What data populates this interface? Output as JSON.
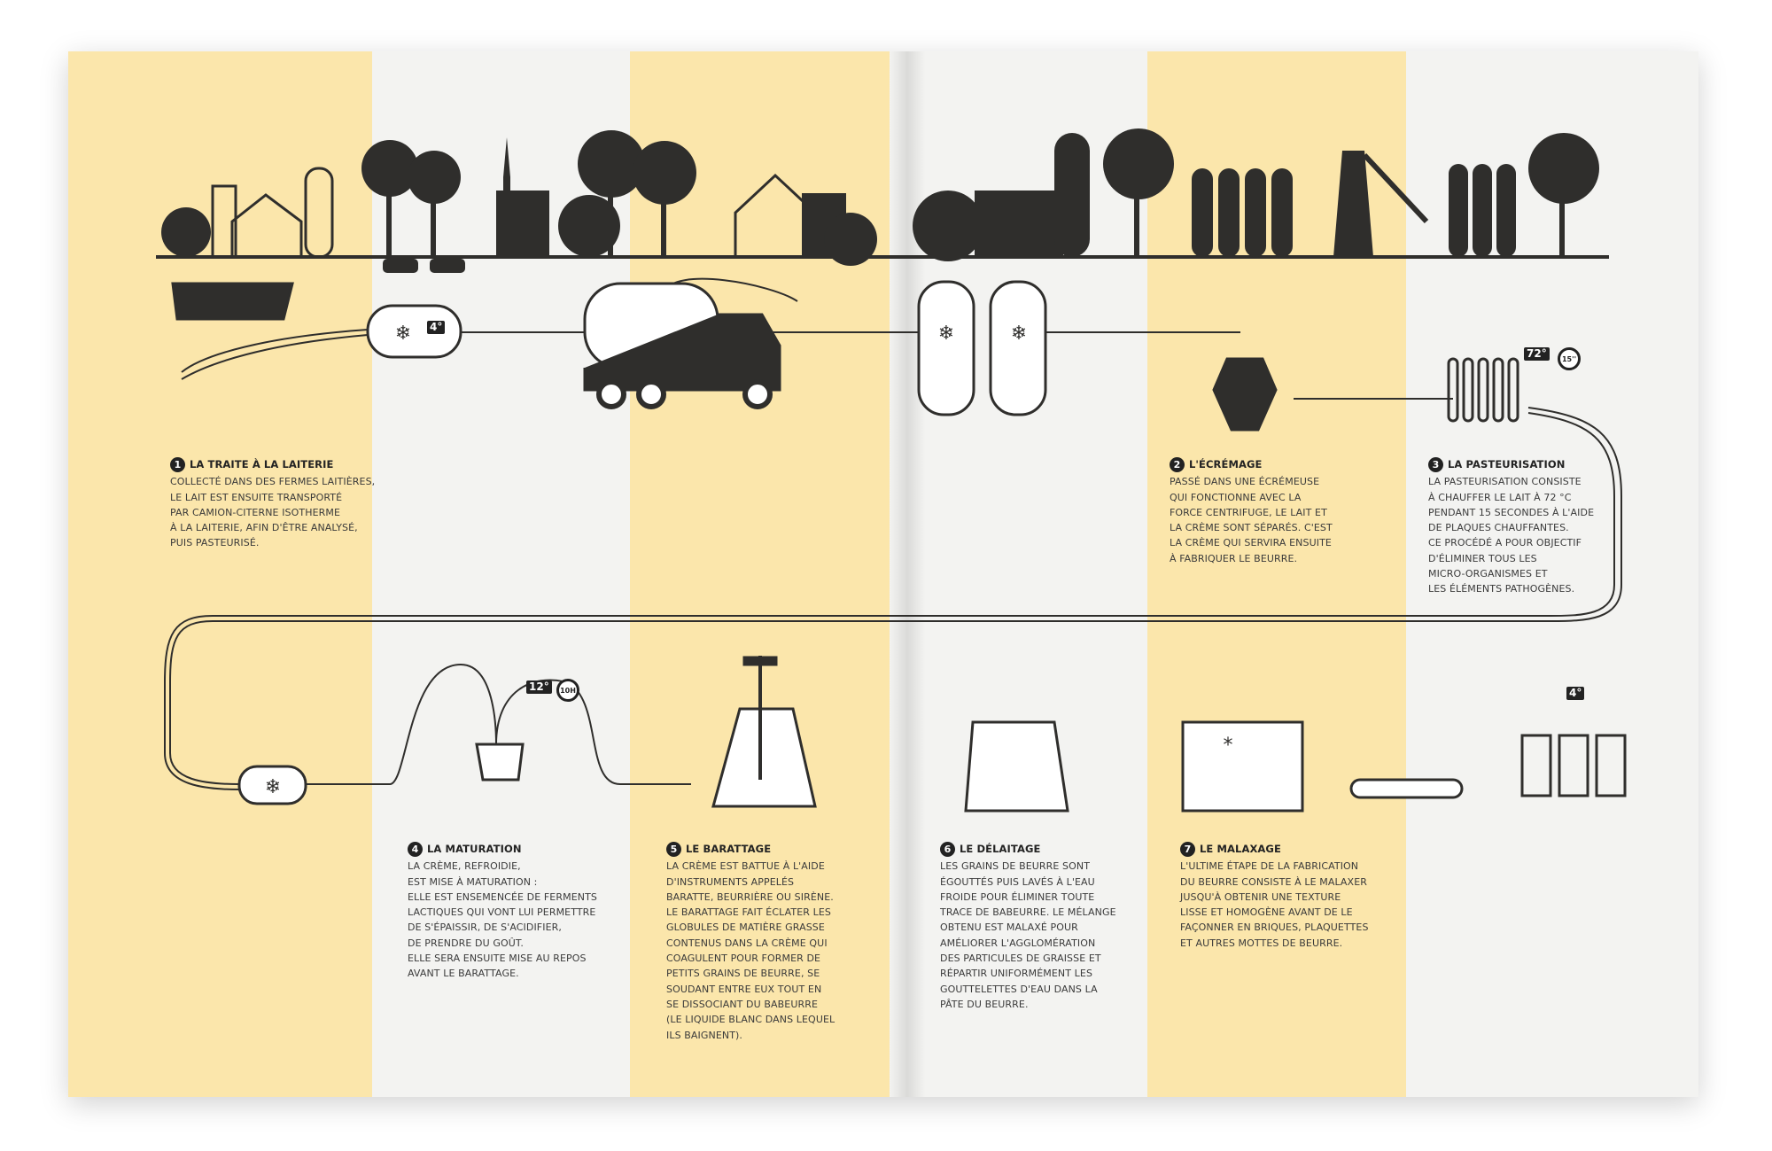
{
  "colors": {
    "yellow": "#fbe6ab",
    "grey": "#f3f3f1",
    "ink": "#2f2e2c"
  },
  "steps": [
    {
      "number": "1",
      "title": "LA TRAITE À LA LAITERIE",
      "text": "COLLECTÉ DANS DES FERMES LAITIÈRES,\nLE LAIT EST ENSUITE TRANSPORTÉ\nPAR CAMION-CITERNE ISOTHERME\nÀ LA LAITERIE, AFIN D'ÊTRE ANALYSÉ,\nPUIS PASTEURISÉ."
    },
    {
      "number": "2",
      "title": "L'ÉCRÉMAGE",
      "text": "PASSÉ DANS UNE ÉCRÉMEUSE\nQUI FONCTIONNE AVEC LA\nFORCE CENTRIFUGE, LE LAIT ET\nLA CRÈME SONT SÉPARÉS. C'EST\nLA CRÈME QUI SERVIRA ENSUITE\nÀ FABRIQUER LE BEURRE."
    },
    {
      "number": "3",
      "title": "LA PASTEURISATION",
      "text": "LA PASTEURISATION CONSISTE\nÀ CHAUFFER LE LAIT À 72 °C\nPENDANT 15 SECONDES À L'AIDE\nDE PLAQUES CHAUFFANTES.\nCE PROCÉDÉ A POUR OBJECTIF\nD'ÉLIMINER TOUS LES\nMICRO-ORGANISMES ET\nLES ÉLÉMENTS PATHOGÈNES."
    },
    {
      "number": "4",
      "title": "LA MATURATION",
      "text": "LA CRÈME, REFROIDIE,\nEST MISE À MATURATION :\nELLE EST ENSEMENCÉE DE FERMENTS\nLACTIQUES QUI VONT LUI PERMETTRE\nDE S'ÉPAISSIR, DE S'ACIDIFIER,\nDE PRENDRE DU GOÛT.\nELLE SERA ENSUITE MISE AU REPOS\nAVANT LE BARATTAGE."
    },
    {
      "number": "5",
      "title": "LE BARATTAGE",
      "text": "LA CRÈME EST BATTUE À L'AIDE\nD'INSTRUMENTS APPELÉS\nBARATTE, BEURRIÈRE OU SIRÈNE.\nLE BARATTAGE FAIT ÉCLATER LES\nGLOBULES DE MATIÈRE GRASSE\nCONTENUS DANS LA CRÈME QUI\nCOAGULENT POUR FORMER DE\nPETITS GRAINS DE BEURRE, SE\nSOUDANT ENTRE EUX TOUT EN\nSE DISSOCIANT DU BABEURRE\n(LE LIQUIDE BLANC DANS LEQUEL\nILS BAIGNENT)."
    },
    {
      "number": "6",
      "title": "LE DÉLAITAGE",
      "text": "LES GRAINS DE BEURRE SONT\nÉGOUTTÉS PUIS LAVÉS À L'EAU\nFROIDE POUR ÉLIMINER TOUTE\nTRACE DE BABEURRE. LE MÉLANGE\nOBTENU EST MALAXÉ POUR\nAMÉLIORER L'AGGLOMÉRATION\nDES PARTICULES DE GRAISSE ET\nRÉPARTIR UNIFORMÉMENT LES\nGOUTTELETTES D'EAU DANS LA\nPÂTE DU BEURRE."
    },
    {
      "number": "7",
      "title": "LE MALAXAGE",
      "text": "L'ULTIME ÉTAPE DE LA FABRICATION\nDU BEURRE CONSISTE À LE MALAXER\nJUSQU'À OBTENIR UNE TEXTURE\nLISSE ET HOMOGÈNE AVANT DE LE\nFAÇONNER EN BRIQUES, PLAQUETTES\nET AUTRES MOTTES DE BEURRE."
    }
  ],
  "gauges": {
    "tank_temp": "4°",
    "pasteurisation_temp": "72°",
    "pasteurisation_time": "15''",
    "maturation_temp": "12°",
    "maturation_time": "10H",
    "storage_temp": "4°"
  },
  "icons": [
    "snowflake-icon",
    "thermometer-display-icon",
    "stopwatch-icon",
    "cow-icon",
    "truck-icon",
    "scientist-icon",
    "test-tubes-icon",
    "silo-icon",
    "tree-icon",
    "centrifuge-icon",
    "radiator-icon",
    "churn-icon",
    "conveyor-icon",
    "butter-pack-icon"
  ]
}
